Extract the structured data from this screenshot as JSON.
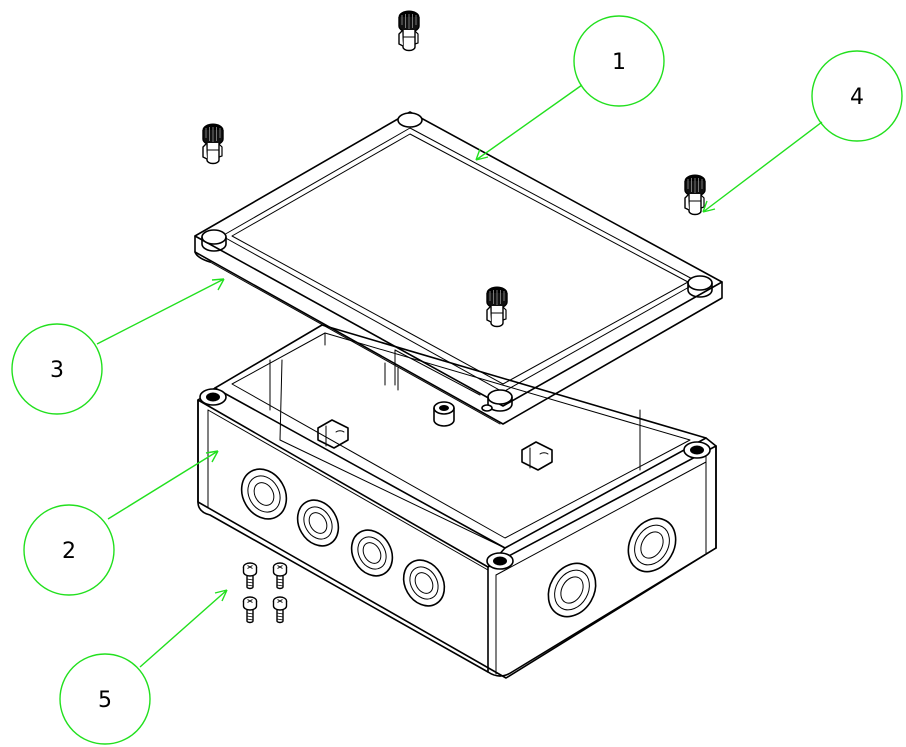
{
  "callouts": [
    {
      "number": "1"
    },
    {
      "number": "2"
    },
    {
      "number": "3"
    },
    {
      "number": "4"
    },
    {
      "number": "5"
    }
  ],
  "colors": {
    "callout": "#22e01e",
    "line": "#000000",
    "background": "#ffffff"
  }
}
